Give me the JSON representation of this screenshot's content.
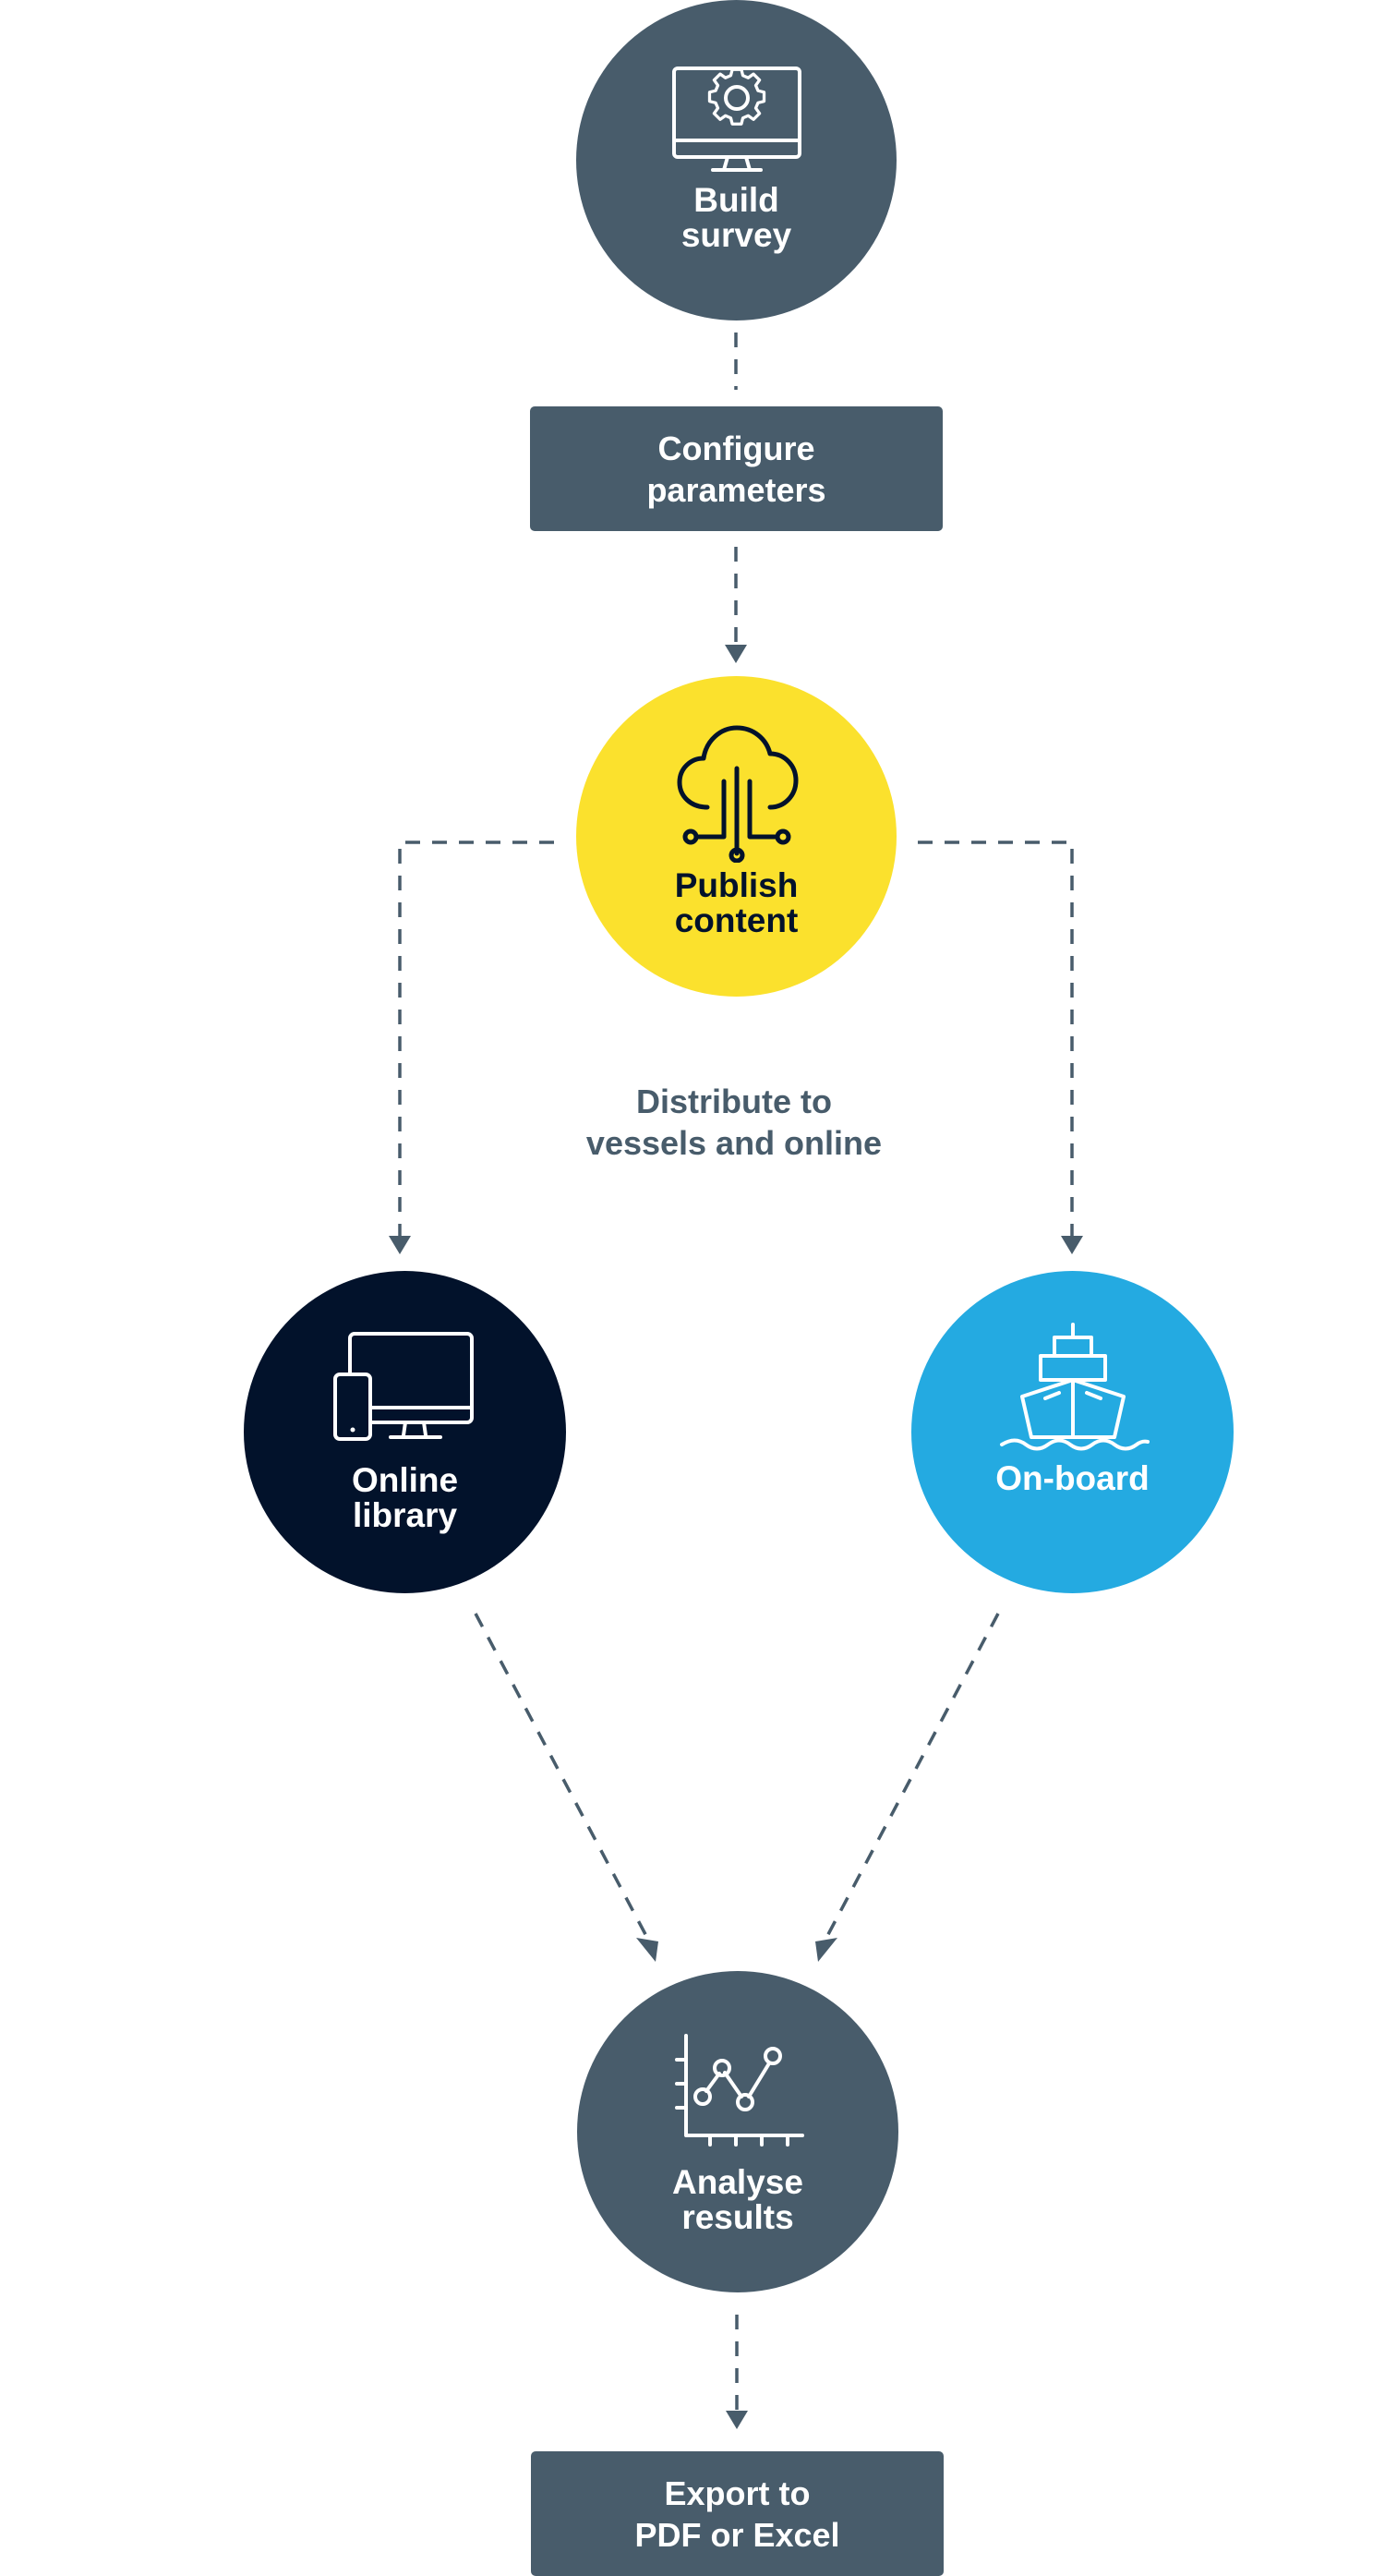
{
  "nodes": {
    "build_survey": {
      "label": "Build\nsurvey",
      "icon": "monitor-gear-icon",
      "color": "#485c6b"
    },
    "configure_parameters": {
      "label": "Configure\nparameters",
      "color": "#485c6b"
    },
    "publish_content": {
      "label": "Publish\ncontent",
      "icon": "cloud-circuit-icon",
      "color": "#fbe12d"
    },
    "online_library": {
      "label": "Online\nlibrary",
      "icon": "devices-icon",
      "color": "#02122b"
    },
    "on_board": {
      "label": "On-board",
      "icon": "ship-icon",
      "color": "#24aae1"
    },
    "analyse_results": {
      "label": "Analyse\nresults",
      "icon": "line-chart-icon",
      "color": "#485c6b"
    },
    "export": {
      "label": "Export to\nPDF or Excel",
      "color": "#485c6b"
    }
  },
  "distribute_caption": "Distribute to\nvessels and online",
  "colors": {
    "connector": "#485c6b",
    "dark_text": "#02122b",
    "light_text": "#ffffff"
  }
}
